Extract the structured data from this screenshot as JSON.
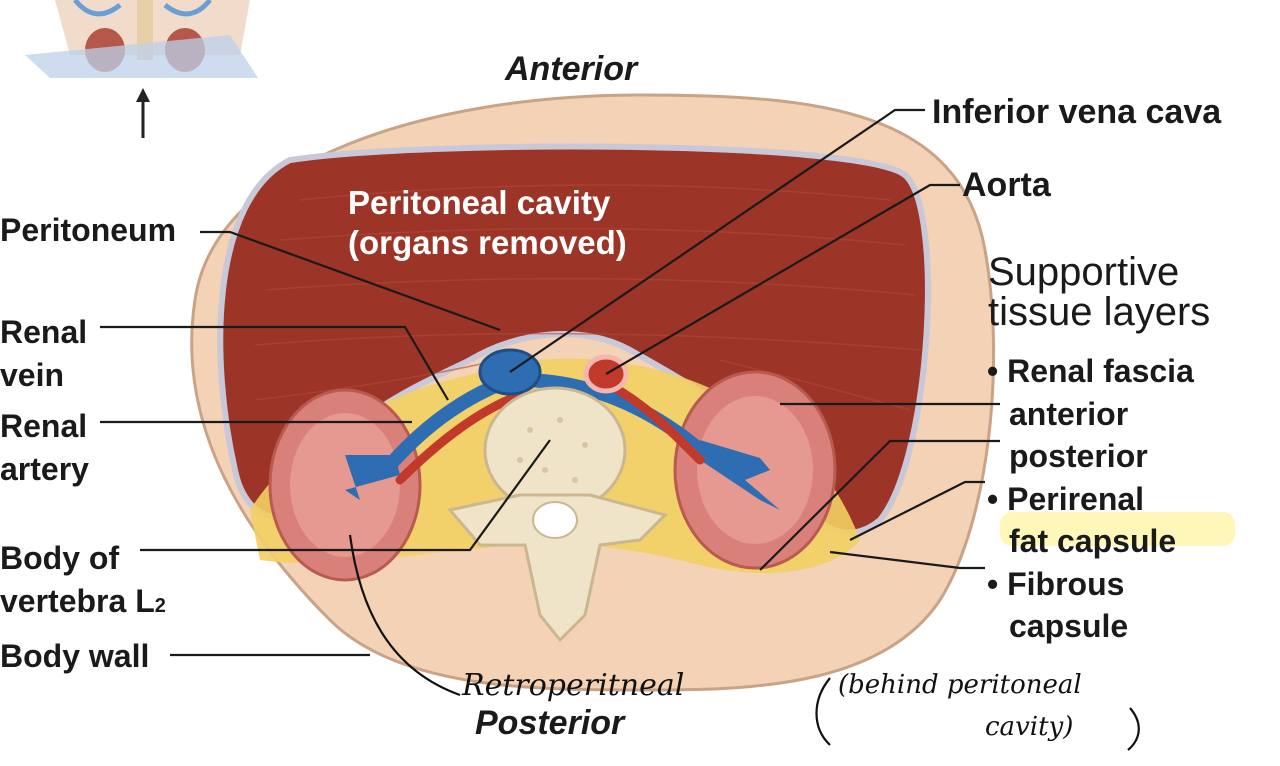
{
  "labels": {
    "anterior": "Anterior",
    "posterior": "Posterior",
    "inferior_vena_cava": "Inferior vena cava",
    "aorta": "Aorta",
    "peritoneal_cavity_line1": "Peritoneal cavity",
    "peritoneal_cavity_line2": "(organs removed)",
    "peritoneum": "Peritoneum",
    "renal_vein_line1": "Renal",
    "renal_vein_line2": "vein",
    "renal_artery_line1": "Renal",
    "renal_artery_line2": "artery",
    "body_of_vertebra_line1": "Body of",
    "body_of_vertebra_line2": "vertebra L",
    "body_of_vertebra_sub": "2",
    "body_wall": "Body wall"
  },
  "supportive": {
    "heading_line1": "Supportive",
    "heading_line2": "tissue layers",
    "items": [
      "• Renal fascia",
      "anterior",
      "posterior",
      "• Perirenal",
      "fat capsule",
      "• Fibrous",
      "capsule"
    ]
  },
  "handwriting": {
    "retroperitoneal": "Retroperitneal",
    "paren_note_line1": "(behind peritoneal",
    "paren_note_line2": "cavity)"
  },
  "colors": {
    "body_wall": "#f3d2b6",
    "body_wall_edge": "#c9a387",
    "muscle": "#9c3527",
    "peritoneum_line": "#c8c8d8",
    "fat": "#f2cf62",
    "kidney": "#d9807a",
    "vein": "#2f6db3",
    "artery": "#c0392b",
    "bone": "#efe4c8",
    "highlight": "#fff5a8"
  }
}
